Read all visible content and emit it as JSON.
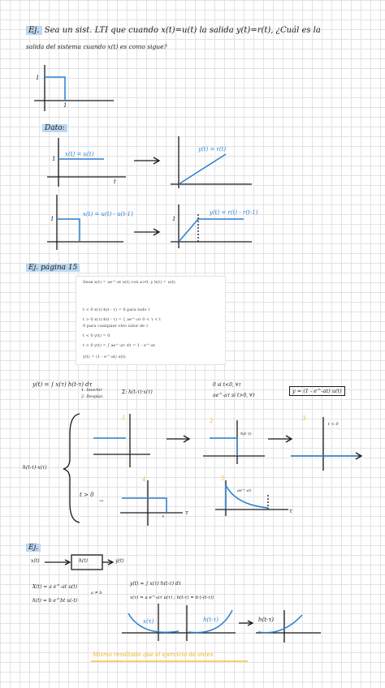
{
  "ej1": {
    "label": "Ej.",
    "text": "Sea un sist. LTI que cuando x(t)=u(t) la salida y(t)=r(t), ¿Cuál es la",
    "text2": "salida del sistema cuando x(t) es como sigue?",
    "tick_y": "1",
    "tick_x": "1"
  },
  "dato": {
    "label": "Dato:",
    "l1": "x(t) = u(t)",
    "l2": "y(t) = r(t)",
    "l3": "x(t) = u(t) - u(t-1)",
    "l4": "y(t) = r(t) - r(t-1)",
    "t_axis": "t",
    "one": "1"
  },
  "ej2": {
    "label": "Ej. página 15",
    "p_header": "Sean x(t) = ae^-at u(t) con a>0, y h(t) = u(t).",
    "p1": "t < 0    x(τ)·h(t - τ) = 0  para todo τ",
    "p2": "t > 0    x(τ)·h(t - τ) = { ae^-aτ   0 < τ < t",
    "p3": "                                   0   para cualquier otro valor de τ",
    "p4": "t < 0    y(t) = 0",
    "p5": "t > 0    y(t) = ∫ ae^-aτ dτ = 1 - e^-at",
    "p6": "y(t) = (1 - e^-at) u(t)"
  },
  "conv": {
    "y_def": "y(t) = ∫ x(τ) h(t-τ) dτ",
    "brace1": "1. Invertir",
    "brace2": "2. Desplaz.",
    "prod": "Σ: h(t-τ)·x(τ)",
    "case0": "0    si t<0, ∀τ",
    "case1": "ae^-aτ   si t>0, ∀τ",
    "result": "y = (1 - e^-at) u(t)",
    "left_label": "h(t-τ)·x(τ)",
    "tgt0": "t > 0",
    "n1": "1",
    "n2": "2",
    "n3": "3",
    "n4": "4",
    "n5": "5",
    "h_label": "h(t-τ)",
    "t_lt0": "t < 0",
    "t_mark": "t",
    "tau": "τ",
    "decay": "ae^-aτ"
  },
  "ej3": {
    "label": "Ej.",
    "x_in": "x(t)",
    "box": "h(t)",
    "y_out": "y(t)",
    "x_def": "X(t) = a e^-at u(t)",
    "h_def": "h(t) = b e^bt u(-t)",
    "cond": "a ≠ b",
    "y_def": "y(t) = ∫ x(τ) h(t-τ) dτ",
    "x_tau": "x(τ) = a e^-aτ u(τ) ; h(t-τ) = b·(-(t-τ))",
    "g1": "x(τ)",
    "g2": "h(t-τ)",
    "g3": "h(t-τ)",
    "footer": "Mismo resultado que el ejercicio de antes"
  }
}
